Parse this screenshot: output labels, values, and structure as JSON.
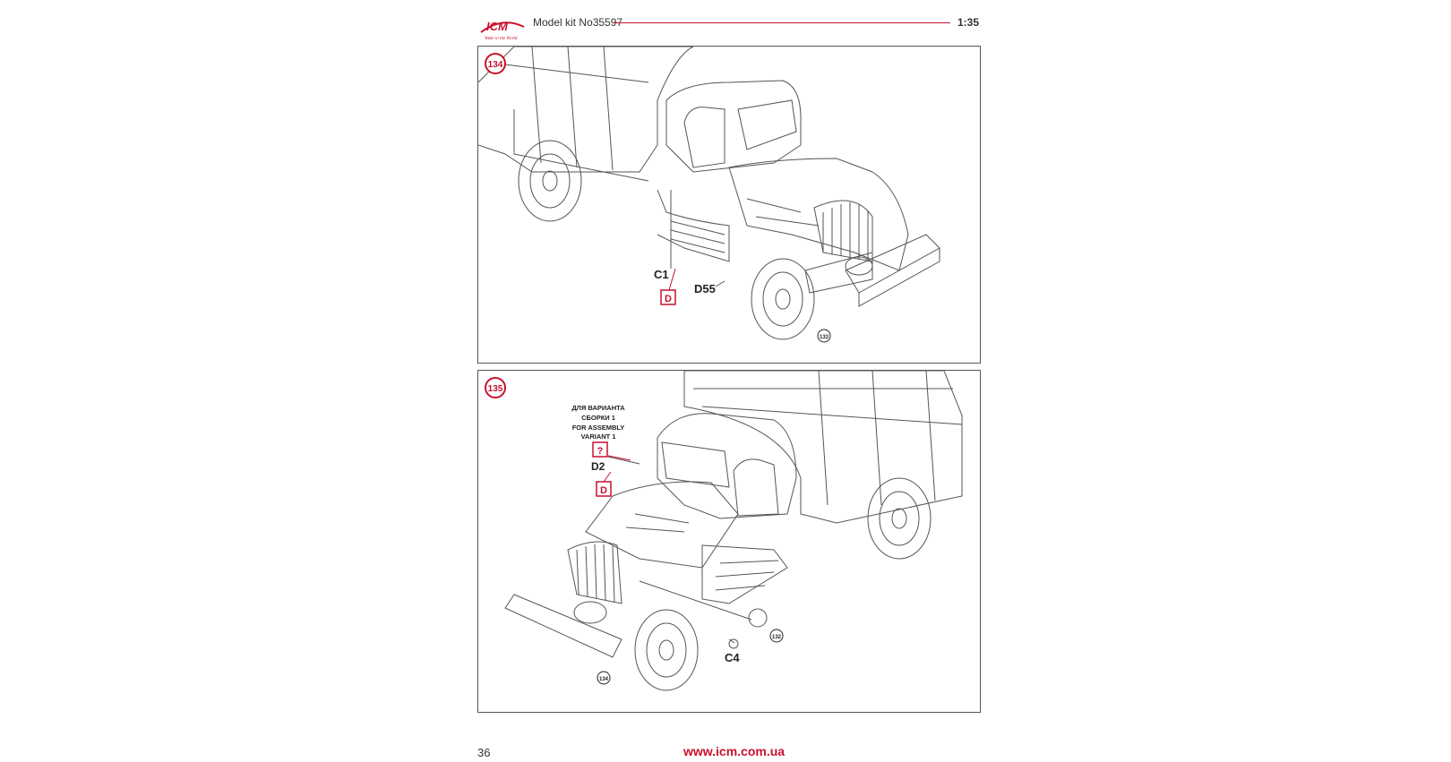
{
  "header": {
    "brand": "ICM",
    "brand_tagline": "Wake in the World",
    "title": "Model kit No35597",
    "scale": "1:35"
  },
  "step_134": {
    "step": "134",
    "parts": [
      "C1",
      "D55"
    ],
    "paint_tag": "D",
    "ref_step": "133"
  },
  "step_135": {
    "step": "135",
    "note_line1": "ДЛЯ ВАРИАНТА",
    "note_line2": "СБОРКИ 1",
    "note_line3": "FOR ASSEMBLY",
    "note_line4": "VARIANT 1",
    "optional_tag": "?",
    "paint_tag": "D",
    "parts": [
      "D2",
      "C4"
    ],
    "ref_step_a": "132",
    "ref_step_b": "134"
  },
  "footer": {
    "page_number": "36",
    "url": "www.icm.com.ua"
  },
  "colors": {
    "accent": "#c8102e",
    "line": "#444444"
  }
}
